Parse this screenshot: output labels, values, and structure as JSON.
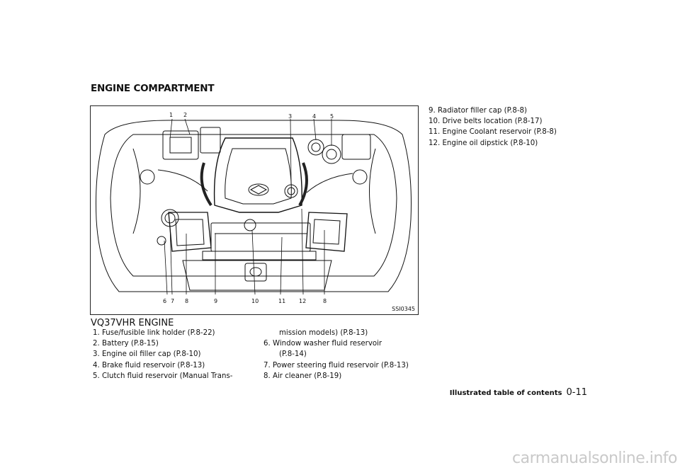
{
  "section": {
    "title": "ENGINE COMPARTMENT"
  },
  "figure": {
    "code": "SSI0345",
    "caption": "VQ37VHR ENGINE",
    "callouts_top": [
      "1",
      "2",
      "3",
      "4",
      "5"
    ],
    "callouts_bottom": [
      "6",
      "7",
      "8",
      "9",
      "10",
      "11",
      "12",
      "8"
    ]
  },
  "list_left": [
    {
      "num": "1.",
      "text": "Fuse/fusible link holder (P.8-22)"
    },
    {
      "num": "2.",
      "text": "Battery (P.8-15)"
    },
    {
      "num": "3.",
      "text": "Engine oil filler cap (P.8-10)"
    },
    {
      "num": "4.",
      "text": "Brake fluid reservoir (P.8-13)"
    },
    {
      "num": "5.",
      "text": "Clutch fluid reservoir (Manual Trans-"
    }
  ],
  "list_middle": [
    {
      "num": "",
      "text": "mission models) (P.8-13)"
    },
    {
      "num": "6.",
      "text": "Window washer fluid reservoir"
    },
    {
      "num": "",
      "text": "(P.8-14)"
    },
    {
      "num": "7.",
      "text": "Power steering fluid reservoir (P.8-13)"
    },
    {
      "num": "8.",
      "text": "Air cleaner (P.8-19)"
    }
  ],
  "list_right": [
    {
      "num": "9.",
      "text": "Radiator filler cap (P.8-8)"
    },
    {
      "num": "10.",
      "text": "Drive belts location (P.8-17)"
    },
    {
      "num": "11.",
      "text": "Engine Coolant reservoir (P.8-8)"
    },
    {
      "num": "12.",
      "text": "Engine oil dipstick (P.8-10)"
    }
  ],
  "footer": {
    "label": "Illustrated table of contents",
    "page": "0-11"
  },
  "watermark": {
    "text": "carmanualsonline.info"
  }
}
